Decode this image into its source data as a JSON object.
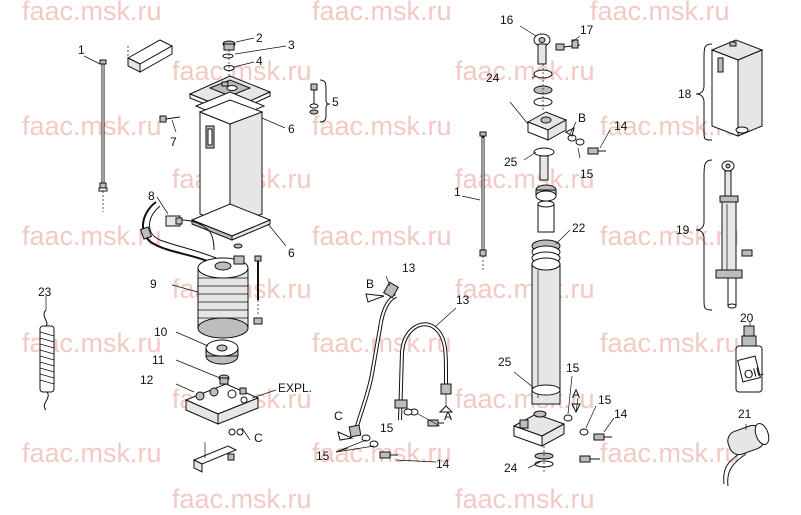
{
  "watermark": {
    "text": "faac.msk.ru",
    "color": "#f3c9c4"
  },
  "labels": {
    "p1_left": "1",
    "p2": "2",
    "p3": "3",
    "p4": "4",
    "p5": "5",
    "p6_top": "6",
    "p6_bottom": "6",
    "p7": "7",
    "p8": "8",
    "p9": "9",
    "p10": "10",
    "p11": "11",
    "p12": "12",
    "expl": "EXPL.",
    "c_left": "C",
    "p23": "23",
    "b_hose": "B",
    "p13_top": "13",
    "p13_mid": "13",
    "c_hose": "C",
    "p15_hose_a": "15",
    "p15_hose_b": "15",
    "a_hose": "A",
    "p14_hose": "14",
    "p16": "16",
    "p17": "17",
    "p24_top": "24",
    "b_cyl": "B",
    "p14_top": "14",
    "p25_top": "25",
    "p15_top": "15",
    "p1_right": "1",
    "p22": "22",
    "p25_bottom": "25",
    "p15_bottom_a": "15",
    "a_cyl": "A",
    "p15_bottom_b": "15",
    "p14_bottom": "14",
    "p24_bottom": "24",
    "p18": "18",
    "p19": "19",
    "p20": "20",
    "oil": "OIL",
    "p21": "21"
  }
}
